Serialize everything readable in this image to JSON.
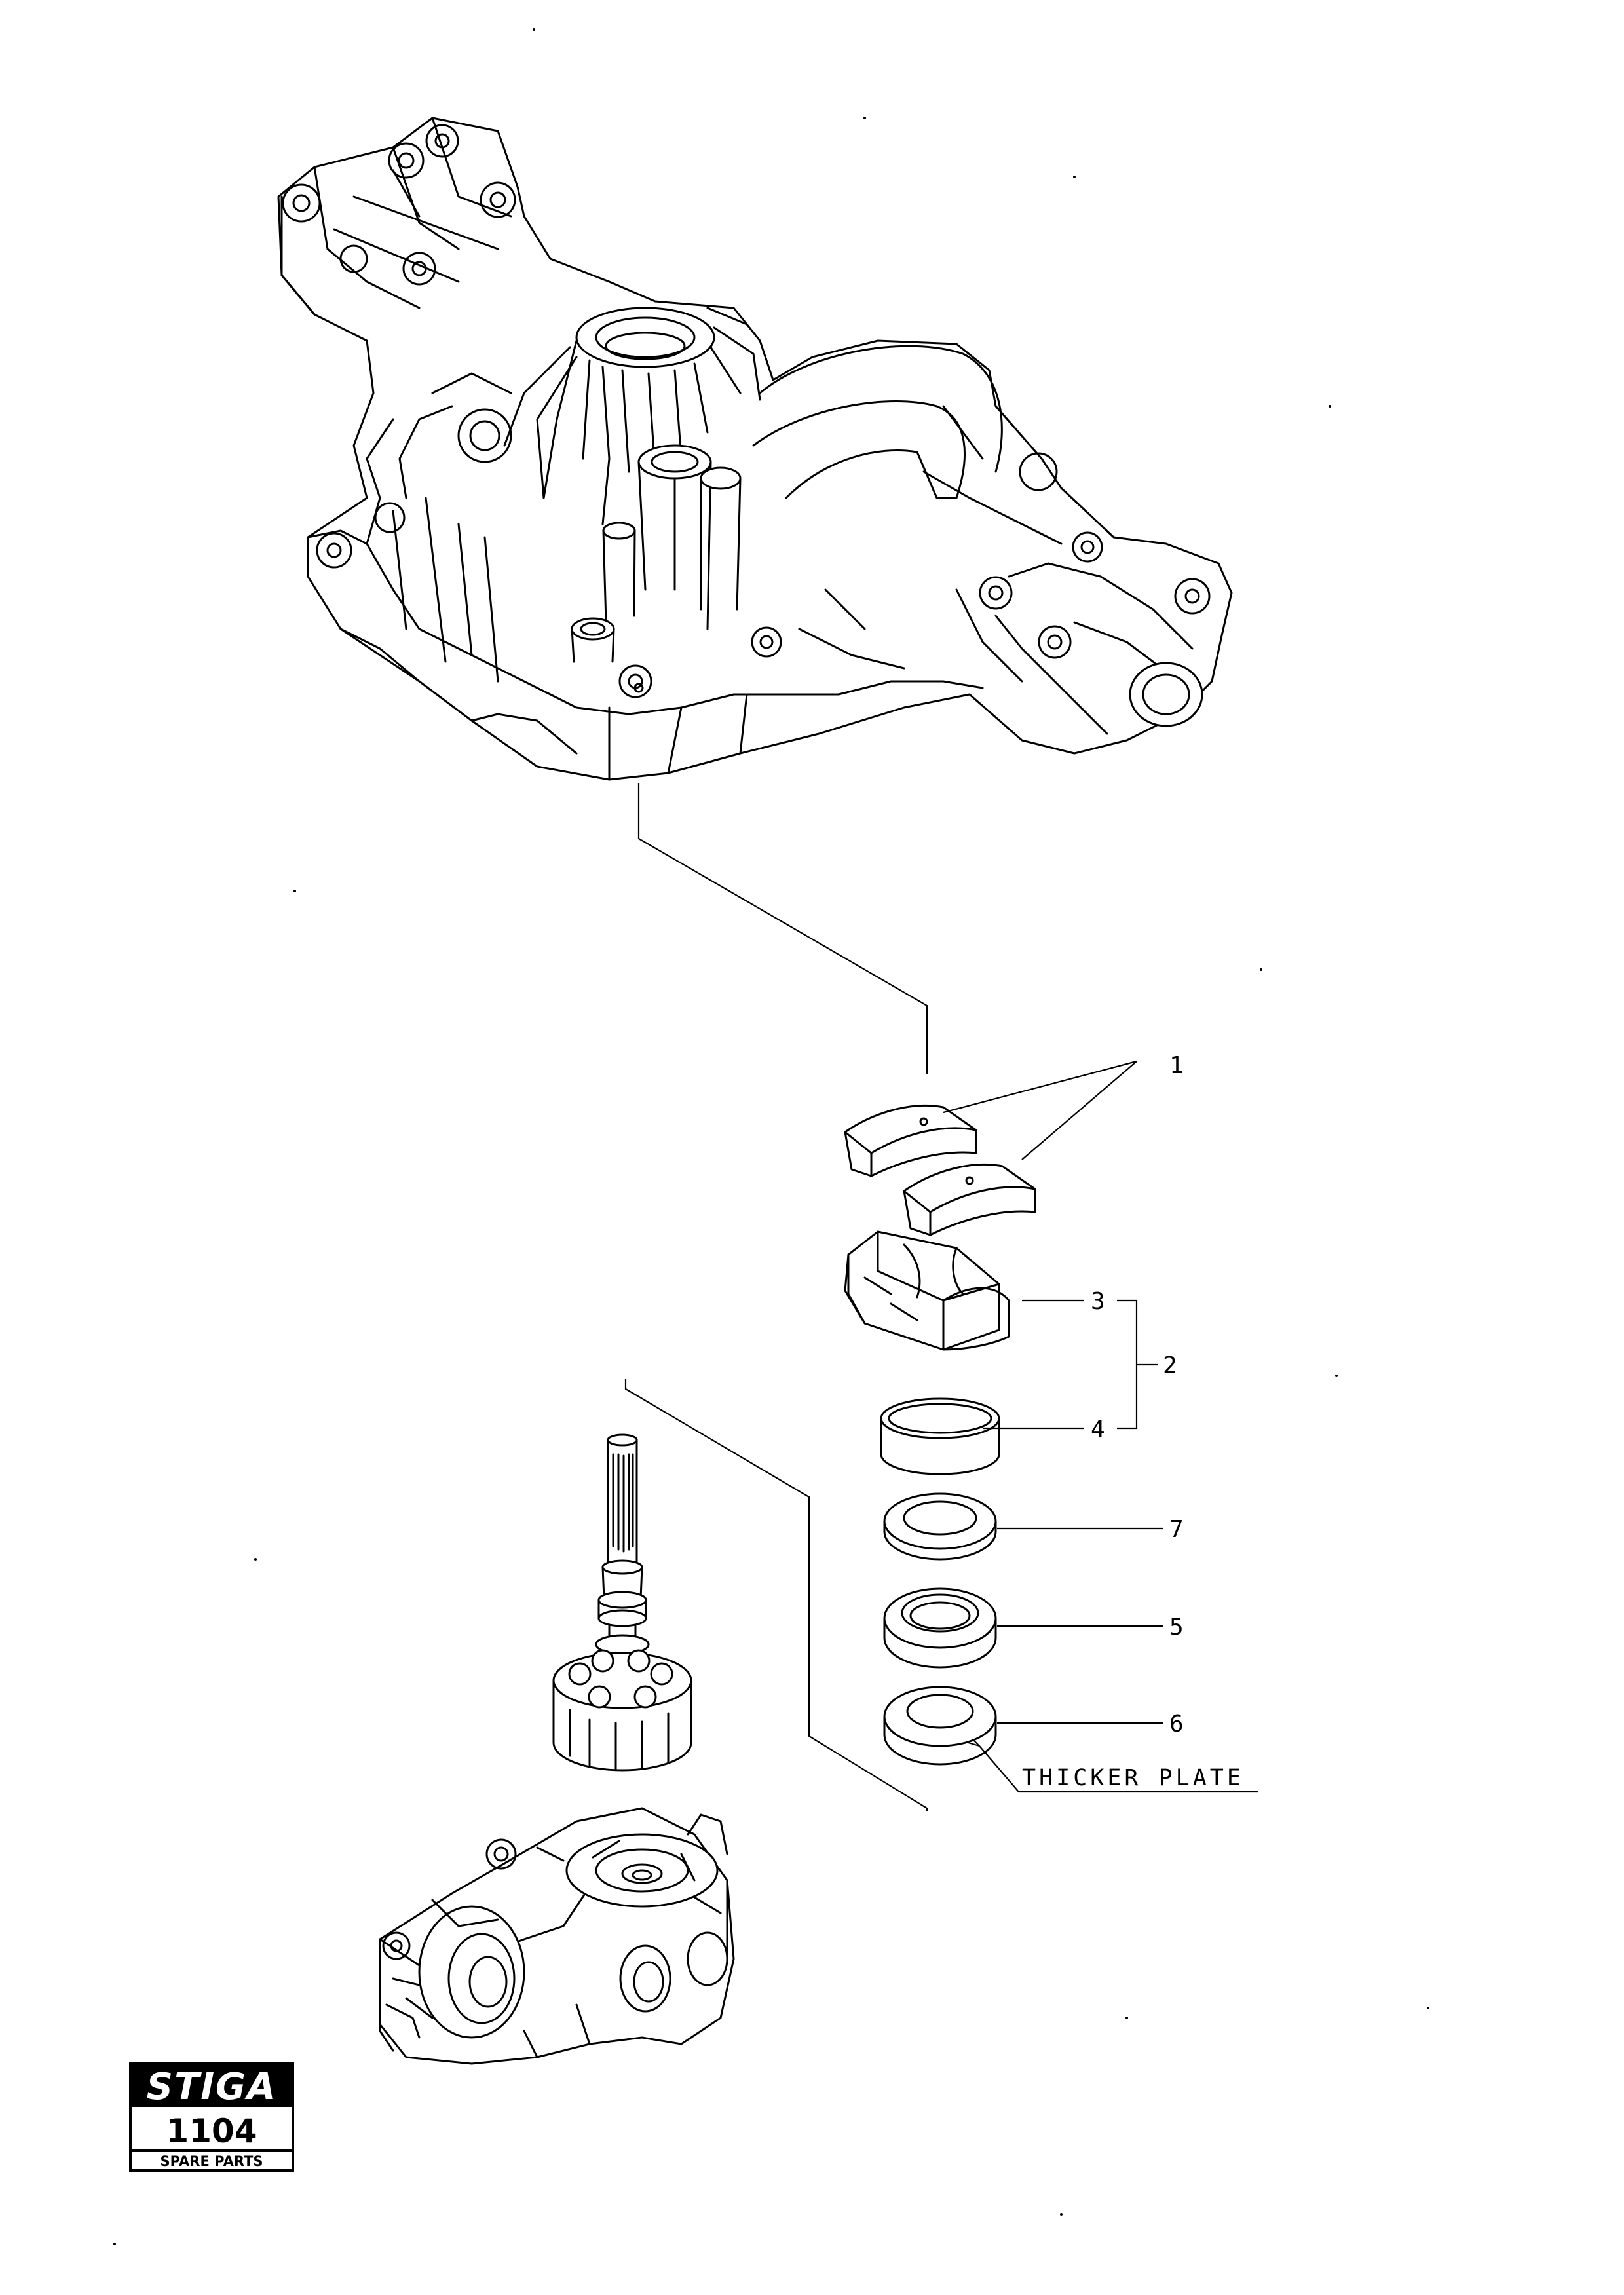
{
  "callouts": {
    "item_1": "1",
    "item_2": "2",
    "item_3": "3",
    "item_4": "4",
    "item_5": "5",
    "item_6": "6",
    "item_7": "7",
    "note": "THICKER PLATE"
  },
  "logo": {
    "brand": "STIGA",
    "page_number": "1104",
    "caption": "SPARE PARTS"
  }
}
